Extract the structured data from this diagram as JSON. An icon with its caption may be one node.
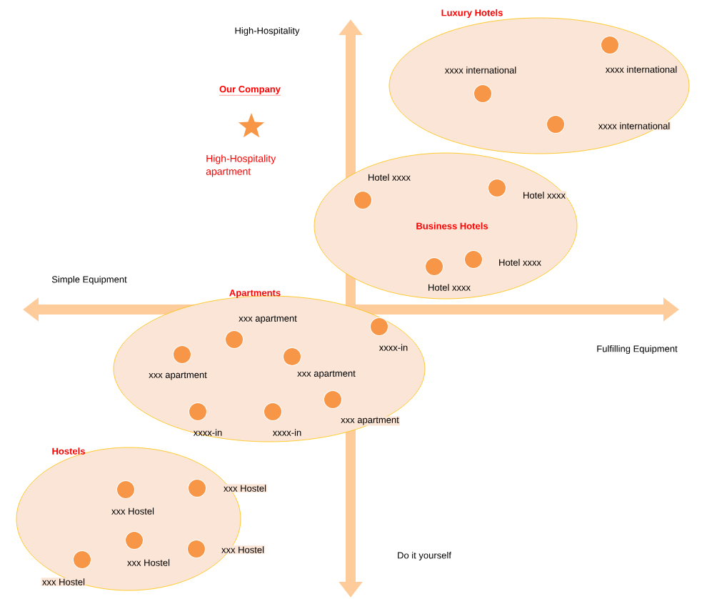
{
  "diagram": {
    "nodes": [
      {
        "text": [
          "Luxury Hotels"
        ]
      },
      {
        "text": [],
        "shape": "circle",
        "in": 0,
        "beside": [
          "xxxx international"
        ]
      },
      {
        "text": [],
        "shape": "circle",
        "in": 0,
        "beside": [
          "xxxx international"
        ]
      },
      {
        "text": [],
        "shape": "circle",
        "in": 0,
        "beside": [
          "xxxx international"
        ]
      },
      {
        "text": [
          "Business Hotels"
        ]
      },
      {
        "text": [],
        "shape": "circle",
        "in": 4,
        "beside": [
          "Hotel xxxx"
        ]
      },
      {
        "text": [],
        "shape": "circle",
        "in": 4,
        "beside": [
          "Hotel xxxx"
        ]
      },
      {
        "text": [],
        "shape": "circle",
        "in": 4,
        "beside": [
          "Hotel xxxx"
        ]
      },
      {
        "text": [],
        "shape": "circle",
        "in": 4,
        "beside": [
          "Hotel xxxx"
        ]
      },
      {
        "text": [
          "Apartments"
        ]
      },
      {
        "text": [],
        "shape": "circle",
        "in": 9,
        "beside": [
          "xxx apartment"
        ]
      },
      {
        "text": [],
        "shape": "circle",
        "in": 9,
        "beside": [
          "xxxx-in"
        ]
      },
      {
        "text": [],
        "shape": "circle",
        "in": 9,
        "beside": [
          "xxx apartment"
        ]
      },
      {
        "text": [],
        "shape": "circle",
        "in": 9,
        "beside": [
          "xxx apartment"
        ]
      },
      {
        "text": [],
        "shape": "circle",
        "in": 9,
        "beside": [
          "xxx apartment"
        ]
      },
      {
        "text": [],
        "shape": "circle",
        "in": 9,
        "beside": [
          "xxxx-in"
        ]
      },
      {
        "text": [],
        "shape": "circle",
        "in": 9,
        "beside": [
          "xxxx-in"
        ]
      },
      {
        "text": [
          "Hostels"
        ]
      },
      {
        "text": [],
        "shape": "circle",
        "in": 17,
        "beside": [
          "xxx Hostel"
        ]
      },
      {
        "text": [],
        "shape": "circle",
        "in": 17,
        "beside": [
          "xxx Hostel"
        ]
      },
      {
        "text": [],
        "shape": "circle",
        "in": 17,
        "beside": [
          "xxx Hostel"
        ]
      },
      {
        "text": [],
        "shape": "circle",
        "in": 17,
        "beside": [
          "xxx Hostel"
        ]
      },
      {
        "text": [],
        "shape": "circle",
        "in": 17,
        "beside": [
          "xxx Hostel"
        ]
      },
      {
        "text": [],
        "shape": "star",
        "beside": [
          "Our Company",
          "High-Hospitality apartment"
        ]
      }
    ],
    "labels": [
      "High-Hospitality",
      "Simple Equipment",
      "Fulfilling Equipment",
      "Do it yourself"
    ]
  }
}
